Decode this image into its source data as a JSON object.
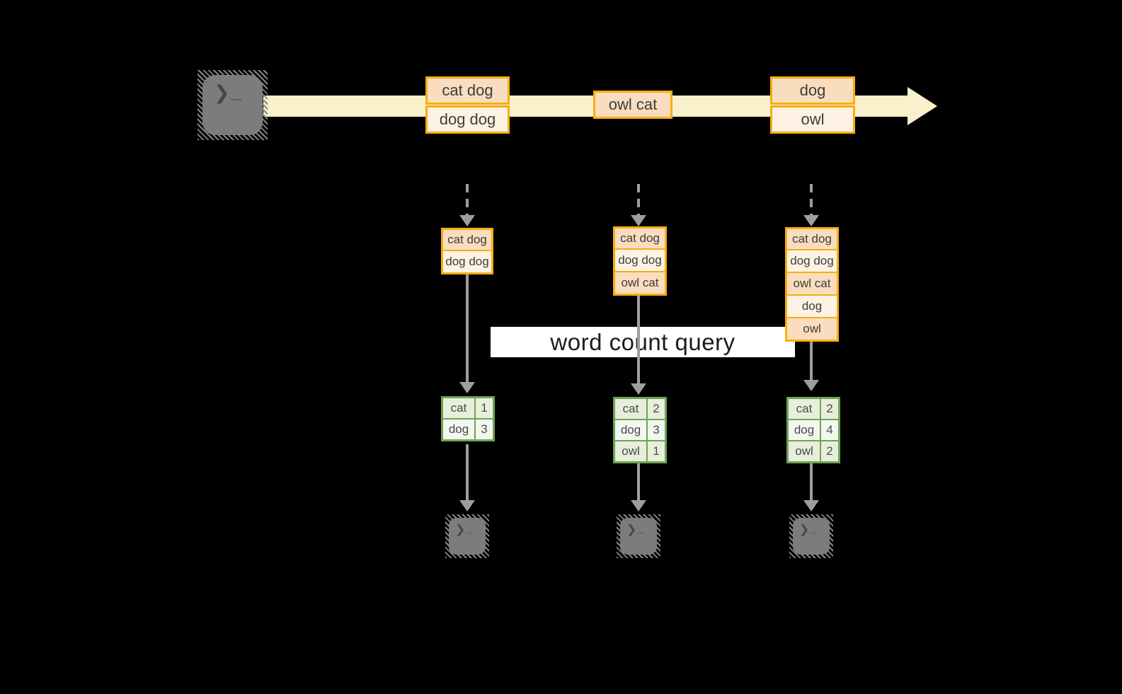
{
  "query_label": "word count query",
  "terminal": {
    "chevron": "❯",
    "cursor": "_"
  },
  "colors": {
    "background": "#000000",
    "stream_band": "#FBF0CC",
    "box_border_gold": "#F5AF0F",
    "box_fill_peach": "#F9DDBE",
    "box_fill_cream": "#FDF2E3",
    "table_border_green": "#6FA352",
    "table_fill_dark": "#E7EFDC",
    "table_fill_light": "#F3F7EF",
    "arrow_gray": "#9E9E9E",
    "terminal_gray": "#7C7C7C",
    "label_background": "#FFFFFF"
  },
  "stream": {
    "messages": [
      {
        "lines": [
          "cat dog",
          "dog dog"
        ]
      },
      {
        "lines": [
          "owl cat"
        ]
      },
      {
        "lines": [
          "dog",
          "owl"
        ]
      }
    ]
  },
  "columns": [
    {
      "buffer": [
        "cat dog",
        "dog dog"
      ],
      "counts": [
        {
          "word": "cat",
          "count": "1"
        },
        {
          "word": "dog",
          "count": "3"
        }
      ]
    },
    {
      "buffer": [
        "cat dog",
        "dog dog",
        "owl cat"
      ],
      "counts": [
        {
          "word": "cat",
          "count": "2"
        },
        {
          "word": "dog",
          "count": "3"
        },
        {
          "word": "owl",
          "count": "1"
        }
      ]
    },
    {
      "buffer": [
        "cat dog",
        "dog dog",
        "owl cat",
        "dog",
        "owl"
      ],
      "counts": [
        {
          "word": "cat",
          "count": "2"
        },
        {
          "word": "dog",
          "count": "4"
        },
        {
          "word": "owl",
          "count": "2"
        }
      ]
    }
  ]
}
